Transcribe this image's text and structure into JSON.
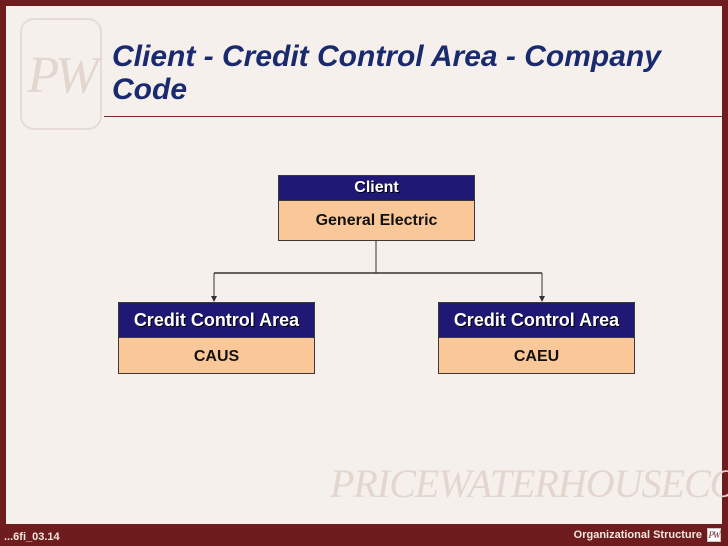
{
  "slide": {
    "title": "Client - Credit Control Area - Company Code",
    "footer_left": "...6fi_03.14",
    "footer_right": "Organizational Structure"
  },
  "branding": {
    "logo_monogram": "PW",
    "wordmark": "PRICEWATERHOUSECOOPERS"
  },
  "diagram": {
    "root": {
      "heading": "Client",
      "value": "General Electric"
    },
    "children": [
      {
        "heading": "Credit Control Area",
        "value": "CAUS"
      },
      {
        "heading": "Credit Control Area",
        "value": "CAEU"
      }
    ]
  },
  "colors": {
    "frame": "#6e1c1e",
    "title": "#1a2a6e",
    "box_header": "#1f1975",
    "box_body": "#fac898"
  }
}
